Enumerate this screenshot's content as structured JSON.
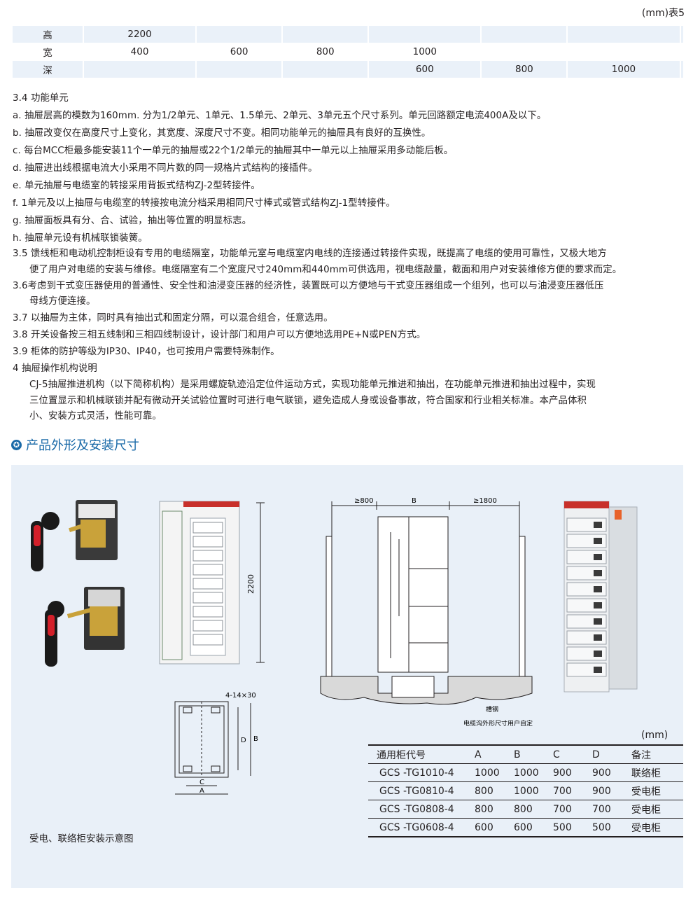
{
  "size_table": {
    "note": "(mm)表5",
    "rows": [
      {
        "label": "高",
        "cells": [
          "2200",
          "",
          "",
          "",
          "",
          "",
          ""
        ]
      },
      {
        "label": "宽",
        "cells": [
          "400",
          "600",
          "800",
          "1000",
          "",
          "",
          ""
        ]
      },
      {
        "label": "深",
        "cells": [
          "",
          "",
          "",
          "600",
          "800",
          "1000",
          ""
        ]
      }
    ]
  },
  "body_lines": [
    {
      "text": "3.4 功能单元",
      "indent": false
    },
    {
      "text": "a. 抽屉层高的模数为160mm. 分为1/2单元、1单元、1.5单元、2单元、3单元五个尺寸系列。单元回路额定电流400A及以下。",
      "indent": false
    },
    {
      "text": "b. 抽屉改变仅在高度尺寸上变化，其宽度、深度尺寸不变。相同功能单元的抽屉具有良好的互换性。",
      "indent": false
    },
    {
      "text": "c. 每台MCC柜最多能安装11个一单元的抽屉或22个1/2单元的抽屉其中一单元以上抽屉采用多动能后板。",
      "indent": false
    },
    {
      "text": "d. 抽屉进出线根据电流大小采用不同片数的同一规格片式结构的接插件。",
      "indent": false
    },
    {
      "text": "e. 单元抽屉与电缆室的转接采用背扳式结构ZJ-2型转接件。",
      "indent": false
    },
    {
      "text": "f. 1单元及以上抽屉与电缆室的转接按电流分档采用相同尺寸棒式或管式结构ZJ-1型转接件。",
      "indent": false
    },
    {
      "text": "g. 抽屉面板具有分、合、试验，抽出等位置的明显标志。",
      "indent": false
    },
    {
      "text": "h. 抽屉单元设有机械联锁装簧。",
      "indent": false
    },
    {
      "text": "3.5  馈线柜和电动机控制柜设有专用的电缆隔室，功能单元室与电缆室内电线的连接通过转接件实现，既提高了电缆的使用可靠性，又极大地方",
      "indent": false
    },
    {
      "text": "便了用户对电缆的安装与维修。电缆隔室有二个宽度尺寸240mm和440mm可供选用，视电缆敲量，截面和用户对安装维修方便的要求而定。",
      "indent": true
    },
    {
      "text": "3.6考虑到干式变压器使用的普通性、安全性和油浸变压器的经济性，装置既可以方便地与干式变压器组成一个组列，也可以与油浸变压器低压",
      "indent": false
    },
    {
      "text": "母线方便连接。",
      "indent": true
    },
    {
      "text": "3.7  以抽屉为主体，同时具有抽出式和固定分隔，可以混合组合，任意选用。",
      "indent": false
    },
    {
      "text": "3.8  开关设备按三相五线制和三相四线制设计，设计部门和用户可以方便地选用PE+N或PEN方式。",
      "indent": false
    },
    {
      "text": "3.9  柜体的防护等级为IP30、IP40，也可按用户需要特殊制作。",
      "indent": false
    },
    {
      "text": "4 抽屉操作机构说明",
      "indent": false
    },
    {
      "text": "CJ-5抽屉推进机构（以下简称机构）是采用螺旋轨迹沿定位件运动方式，实现功能单元推进和抽出，在功能单元推进和抽出过程中，实现",
      "indent": true
    },
    {
      "text": "三位置显示和机械联锁并配有微动开关试验位置时可进行电气联锁，避免造成人身或设备事故，符合国家和行业相关标准。本产品体积",
      "indent": true
    },
    {
      "text": "小、安装方式灵活，性能可靠。",
      "indent": true
    }
  ],
  "section_heading": "产品外形及安装尺寸",
  "figure": {
    "dim_height": "2200",
    "dim_left": "≥800",
    "dim_b": "B",
    "dim_right": "≥1800",
    "label_channel": "槽钢",
    "label_trench": "电缆沟外形尺寸用户自定",
    "label_holes": "4-14×30",
    "label_d": "D",
    "label_b2": "B",
    "label_c": "C",
    "label_a": "A",
    "caption": "受电、联络柜安装示意图"
  },
  "dim_table": {
    "unit": "(mm)",
    "headers": [
      "通用柜代号",
      "A",
      "B",
      "C",
      "D",
      "备注"
    ],
    "rows": [
      [
        "GCS -TG1010-4",
        "1000",
        "1000",
        "900",
        "900",
        "联络柜"
      ],
      [
        "GCS -TG0810-4",
        "800",
        "1000",
        "700",
        "900",
        "受电柜"
      ],
      [
        "GCS -TG0808-4",
        "800",
        "800",
        "700",
        "700",
        "受电柜"
      ],
      [
        "GCS -TG0608-4",
        "600",
        "600",
        "500",
        "500",
        "受电柜"
      ]
    ]
  },
  "colors": {
    "accent": "#1a6aa8",
    "panel": "#e9f0f8",
    "table_band": "#eaf1f9"
  }
}
